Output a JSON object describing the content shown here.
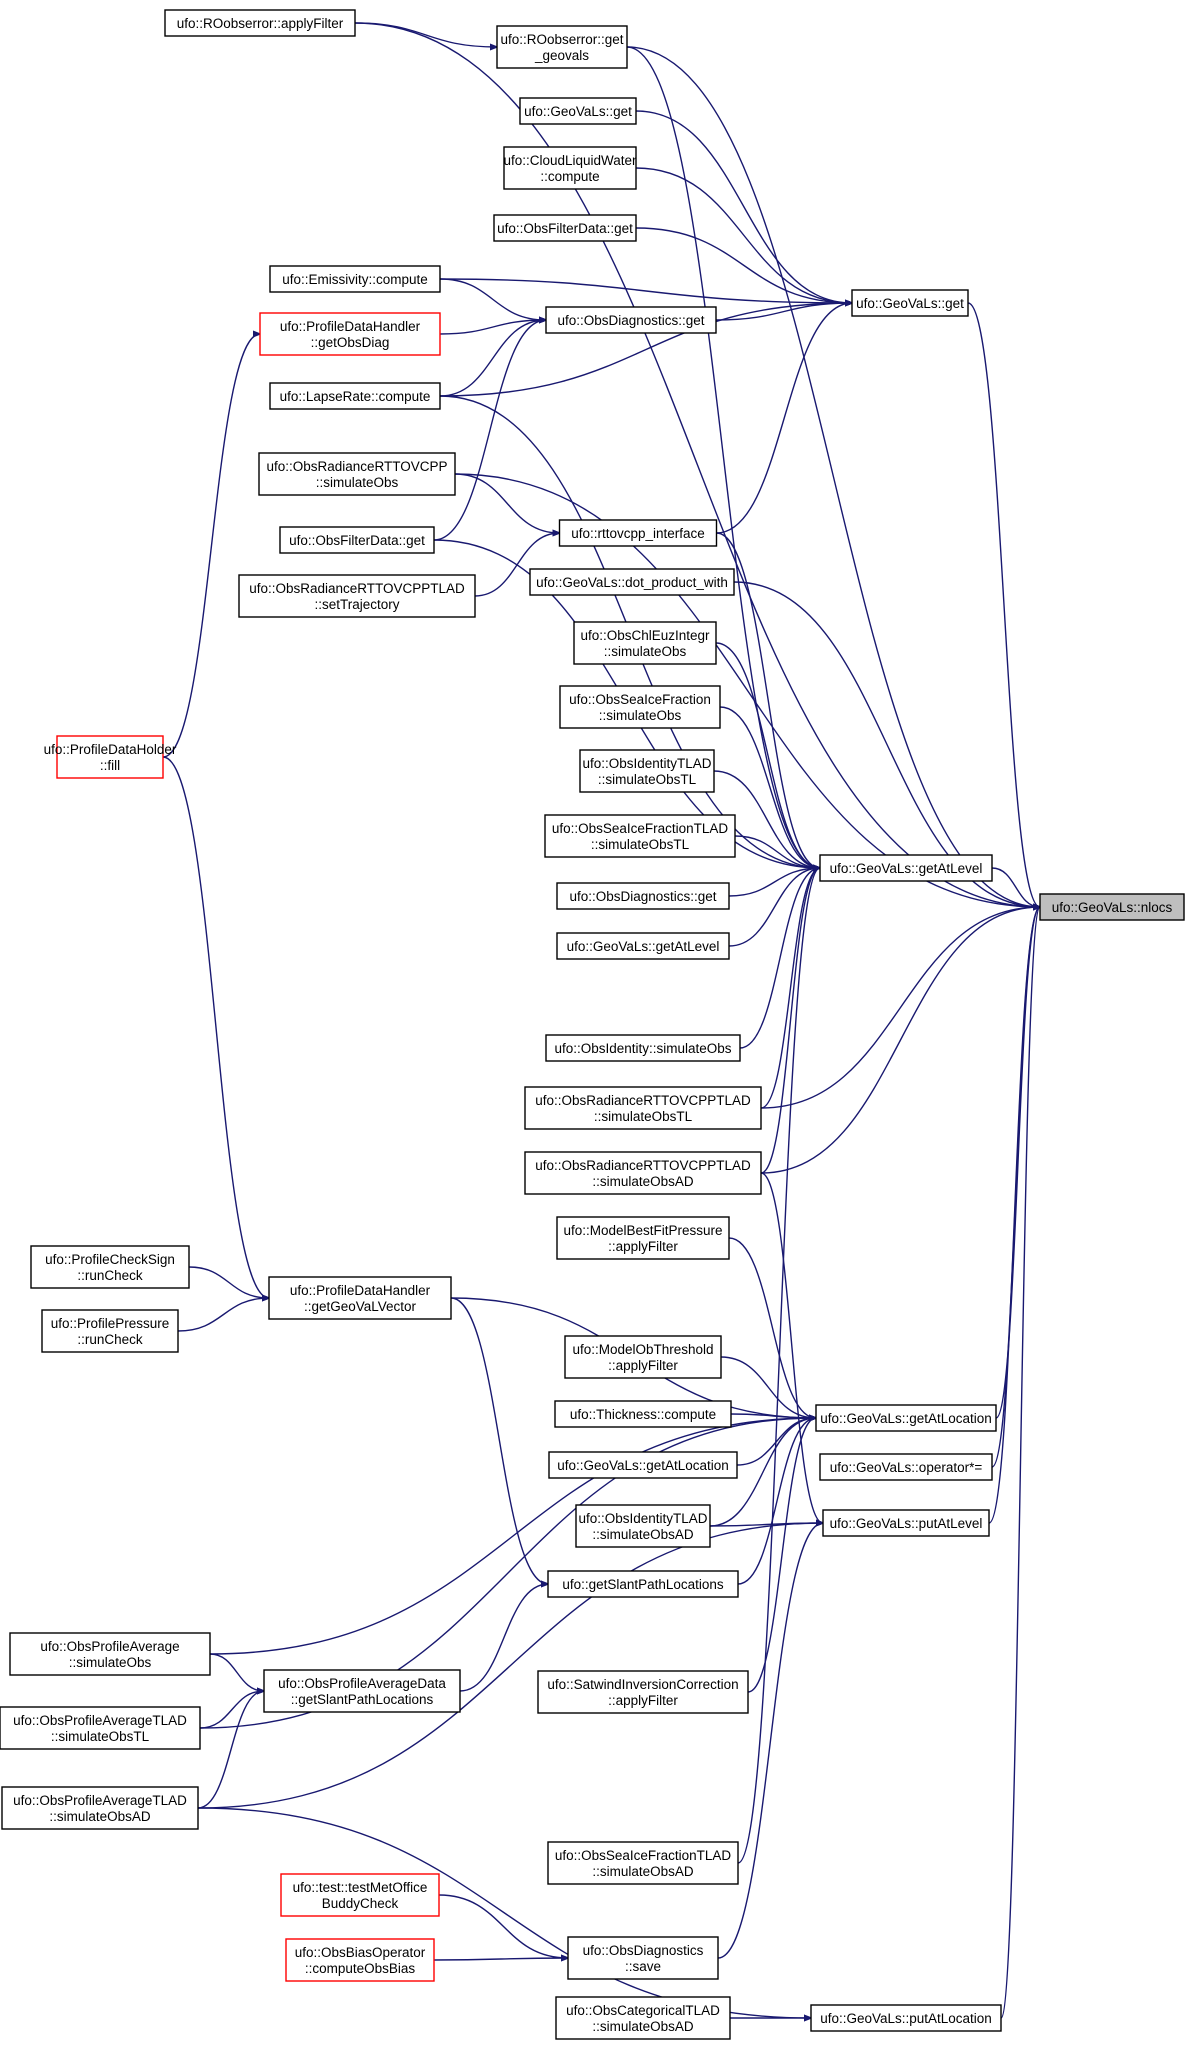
{
  "graph": {
    "type": "caller-graph",
    "root": "ufo::GeoVaLs::nlocs",
    "nodes": [
      {
        "id": "roob_apply",
        "label": [
          "ufo::ROobserror::applyFilter"
        ]
      },
      {
        "id": "roob_get",
        "label": [
          "ufo::ROobserror::get",
          "_geovals"
        ]
      },
      {
        "id": "gv_get_a",
        "label": [
          "ufo::GeoVaLs::get"
        ]
      },
      {
        "id": "clw_compute",
        "label": [
          "ufo::CloudLiquidWater",
          "::compute"
        ]
      },
      {
        "id": "ofd_get_a",
        "label": [
          "ufo::ObsFilterData::get"
        ]
      },
      {
        "id": "emis_compute",
        "label": [
          "ufo::Emissivity::compute"
        ]
      },
      {
        "id": "pdh_getobsdiag",
        "label": [
          "ufo::ProfileDataHandler",
          "::getObsDiag"
        ],
        "color": "red"
      },
      {
        "id": "od_get_main",
        "label": [
          "ufo::ObsDiagnostics::get"
        ]
      },
      {
        "id": "gv_get_main",
        "label": [
          "ufo::GeoVaLs::get"
        ]
      },
      {
        "id": "lapse_compute",
        "label": [
          "ufo::LapseRate::compute"
        ]
      },
      {
        "id": "rttov_simobs",
        "label": [
          "ufo::ObsRadianceRTTOVCPP",
          "::simulateObs"
        ]
      },
      {
        "id": "ofd_get_b",
        "label": [
          "ufo::ObsFilterData::get"
        ]
      },
      {
        "id": "rttov_interface",
        "label": [
          "ufo::rttovcpp_interface"
        ]
      },
      {
        "id": "rttovtlad_settraj",
        "label": [
          "ufo::ObsRadianceRTTOVCPPTLAD",
          "::setTrajectory"
        ]
      },
      {
        "id": "gv_dot",
        "label": [
          "ufo::GeoVaLs::dot_product_with"
        ]
      },
      {
        "id": "chl_simobs",
        "label": [
          "ufo::ObsChlEuzIntegr",
          "::simulateObs"
        ]
      },
      {
        "id": "seaice_simobs",
        "label": [
          "ufo::ObsSeaIceFraction",
          "::simulateObs"
        ]
      },
      {
        "id": "pdholder_fill",
        "label": [
          "ufo::ProfileDataHolder",
          "::fill"
        ],
        "color": "red"
      },
      {
        "id": "idtlad_simtl",
        "label": [
          "ufo::ObsIdentityTLAD",
          "::simulateObsTL"
        ]
      },
      {
        "id": "seaicetlad_simtl",
        "label": [
          "ufo::ObsSeaIceFractionTLAD",
          "::simulateObsTL"
        ]
      },
      {
        "id": "gv_getatlevel_main",
        "label": [
          "ufo::GeoVaLs::getAtLevel"
        ]
      },
      {
        "id": "nlocs",
        "label": [
          "ufo::GeoVaLs::nlocs"
        ],
        "root": true
      },
      {
        "id": "od_get_b",
        "label": [
          "ufo::ObsDiagnostics::get"
        ]
      },
      {
        "id": "gv_getatlevel_b",
        "label": [
          "ufo::GeoVaLs::getAtLevel"
        ]
      },
      {
        "id": "id_simobs",
        "label": [
          "ufo::ObsIdentity::simulateObs"
        ]
      },
      {
        "id": "rttovtlad_simtl",
        "label": [
          "ufo::ObsRadianceRTTOVCPPTLAD",
          "::simulateObsTL"
        ]
      },
      {
        "id": "rttovtlad_simad",
        "label": [
          "ufo::ObsRadianceRTTOVCPPTLAD",
          "::simulateObsAD"
        ]
      },
      {
        "id": "mbfp_apply",
        "label": [
          "ufo::ModelBestFitPressure",
          "::applyFilter"
        ]
      },
      {
        "id": "pcs_runcheck",
        "label": [
          "ufo::ProfileCheckSign",
          "::runCheck"
        ]
      },
      {
        "id": "pdh_getgeoval",
        "label": [
          "ufo::ProfileDataHandler",
          "::getGeoVaLVector"
        ]
      },
      {
        "id": "pp_runcheck",
        "label": [
          "ufo::ProfilePressure",
          "::runCheck"
        ]
      },
      {
        "id": "mot_apply",
        "label": [
          "ufo::ModelObThreshold",
          "::applyFilter"
        ]
      },
      {
        "id": "thick_compute",
        "label": [
          "ufo::Thickness::compute"
        ]
      },
      {
        "id": "gv_getatloc_main",
        "label": [
          "ufo::GeoVaLs::getAtLocation"
        ]
      },
      {
        "id": "gv_getatloc_b",
        "label": [
          "ufo::GeoVaLs::getAtLocation"
        ]
      },
      {
        "id": "gv_opmul",
        "label": [
          "ufo::GeoVaLs::operator*="
        ]
      },
      {
        "id": "idtlad_simad",
        "label": [
          "ufo::ObsIdentityTLAD",
          "::simulateObsAD"
        ]
      },
      {
        "id": "gv_putatlevel",
        "label": [
          "ufo::GeoVaLs::putAtLevel"
        ]
      },
      {
        "id": "slant_get",
        "label": [
          "ufo::getSlantPathLocations"
        ]
      },
      {
        "id": "opa_simobs",
        "label": [
          "ufo::ObsProfileAverage",
          "::simulateObs"
        ]
      },
      {
        "id": "opad_slant",
        "label": [
          "ufo::ObsProfileAverageData",
          "::getSlantPathLocations"
        ]
      },
      {
        "id": "satwind_apply",
        "label": [
          "ufo::SatwindInversionCorrection",
          "::applyFilter"
        ]
      },
      {
        "id": "opatlad_simtl",
        "label": [
          "ufo::ObsProfileAverageTLAD",
          "::simulateObsTL"
        ]
      },
      {
        "id": "opatlad_simad",
        "label": [
          "ufo::ObsProfileAverageTLAD",
          "::simulateObsAD"
        ]
      },
      {
        "id": "seaicetlad_simad",
        "label": [
          "ufo::ObsSeaIceFractionTLAD",
          "::simulateObsAD"
        ]
      },
      {
        "id": "test_buddy",
        "label": [
          "ufo::test::testMetOffice",
          "BuddyCheck"
        ],
        "color": "red"
      },
      {
        "id": "od_save",
        "label": [
          "ufo::ObsDiagnostics",
          "::save"
        ]
      },
      {
        "id": "obo_compute",
        "label": [
          "ufo::ObsBiasOperator",
          "::computeObsBias"
        ],
        "color": "red"
      },
      {
        "id": "cattlad_simad",
        "label": [
          "ufo::ObsCategoricalTLAD",
          "::simulateObsAD"
        ]
      },
      {
        "id": "gv_putatloc",
        "label": [
          "ufo::GeoVaLs::putAtLocation"
        ]
      }
    ],
    "edges": [
      [
        "roob_apply",
        "roob_get"
      ],
      [
        "roob_apply",
        "nlocs"
      ],
      [
        "roob_get",
        "nlocs"
      ],
      [
        "roob_get",
        "gv_getatlevel_main"
      ],
      [
        "gv_get_a",
        "gv_get_main"
      ],
      [
        "clw_compute",
        "gv_get_main"
      ],
      [
        "ofd_get_a",
        "gv_get_main"
      ],
      [
        "emis_compute",
        "gv_get_main"
      ],
      [
        "emis_compute",
        "od_get_main"
      ],
      [
        "pdh_getobsdiag",
        "od_get_main"
      ],
      [
        "od_get_main",
        "gv_get_main"
      ],
      [
        "lapse_compute",
        "od_get_main"
      ],
      [
        "lapse_compute",
        "gv_get_main"
      ],
      [
        "lapse_compute",
        "gv_getatlevel_main"
      ],
      [
        "gv_get_main",
        "nlocs"
      ],
      [
        "rttov_interface",
        "gv_get_main"
      ],
      [
        "rttov_simobs",
        "rttov_interface"
      ],
      [
        "rttov_simobs",
        "nlocs"
      ],
      [
        "ofd_get_b",
        "od_get_main"
      ],
      [
        "ofd_get_b",
        "gv_getatlevel_main"
      ],
      [
        "rttovtlad_settraj",
        "rttov_interface"
      ],
      [
        "rttov_interface",
        "gv_getatlevel_main"
      ],
      [
        "gv_dot",
        "nlocs"
      ],
      [
        "chl_simobs",
        "gv_getatlevel_main"
      ],
      [
        "seaice_simobs",
        "gv_getatlevel_main"
      ],
      [
        "idtlad_simtl",
        "gv_getatlevel_main"
      ],
      [
        "seaicetlad_simtl",
        "gv_getatlevel_main"
      ],
      [
        "od_get_b",
        "gv_getatlevel_main"
      ],
      [
        "gv_getatlevel_b",
        "gv_getatlevel_main"
      ],
      [
        "id_simobs",
        "gv_getatlevel_main"
      ],
      [
        "rttovtlad_simtl",
        "gv_getatlevel_main"
      ],
      [
        "rttovtlad_simtl",
        "nlocs"
      ],
      [
        "rttovtlad_simad",
        "gv_getatlevel_main"
      ],
      [
        "rttovtlad_simad",
        "nlocs"
      ],
      [
        "rttovtlad_simad",
        "gv_putatlevel"
      ],
      [
        "gv_getatlevel_main",
        "nlocs"
      ],
      [
        "pdholder_fill",
        "pdh_getobsdiag"
      ],
      [
        "pdholder_fill",
        "pdh_getgeoval"
      ],
      [
        "pcs_runcheck",
        "pdh_getgeoval"
      ],
      [
        "pp_runcheck",
        "pdh_getgeoval"
      ],
      [
        "pdh_getgeoval",
        "gv_getatloc_main"
      ],
      [
        "pdh_getgeoval",
        "slant_get"
      ],
      [
        "mbfp_apply",
        "gv_getatloc_main"
      ],
      [
        "mot_apply",
        "gv_getatloc_main"
      ],
      [
        "thick_compute",
        "gv_getatloc_main"
      ],
      [
        "gv_getatloc_b",
        "gv_getatloc_main"
      ],
      [
        "idtlad_simad",
        "gv_getatloc_main"
      ],
      [
        "idtlad_simad",
        "gv_putatlevel"
      ],
      [
        "gv_getatloc_main",
        "nlocs"
      ],
      [
        "gv_opmul",
        "nlocs"
      ],
      [
        "gv_putatlevel",
        "nlocs"
      ],
      [
        "slant_get",
        "gv_getatloc_main"
      ],
      [
        "opa_simobs",
        "gv_getatloc_main"
      ],
      [
        "opa_simobs",
        "opad_slant"
      ],
      [
        "opad_slant",
        "slant_get"
      ],
      [
        "satwind_apply",
        "gv_getatloc_main"
      ],
      [
        "opatlad_simtl",
        "opad_slant"
      ],
      [
        "opatlad_simtl",
        "gv_getatloc_main"
      ],
      [
        "opatlad_simad",
        "opad_slant"
      ],
      [
        "opatlad_simad",
        "gv_putatlevel"
      ],
      [
        "opatlad_simad",
        "gv_putatloc"
      ],
      [
        "seaicetlad_simad",
        "gv_getatlevel_main"
      ],
      [
        "od_save",
        "gv_putatlevel"
      ],
      [
        "test_buddy",
        "od_save"
      ],
      [
        "obo_compute",
        "od_save"
      ],
      [
        "cattlad_simad",
        "gv_putatloc"
      ],
      [
        "gv_putatloc",
        "nlocs"
      ]
    ]
  }
}
